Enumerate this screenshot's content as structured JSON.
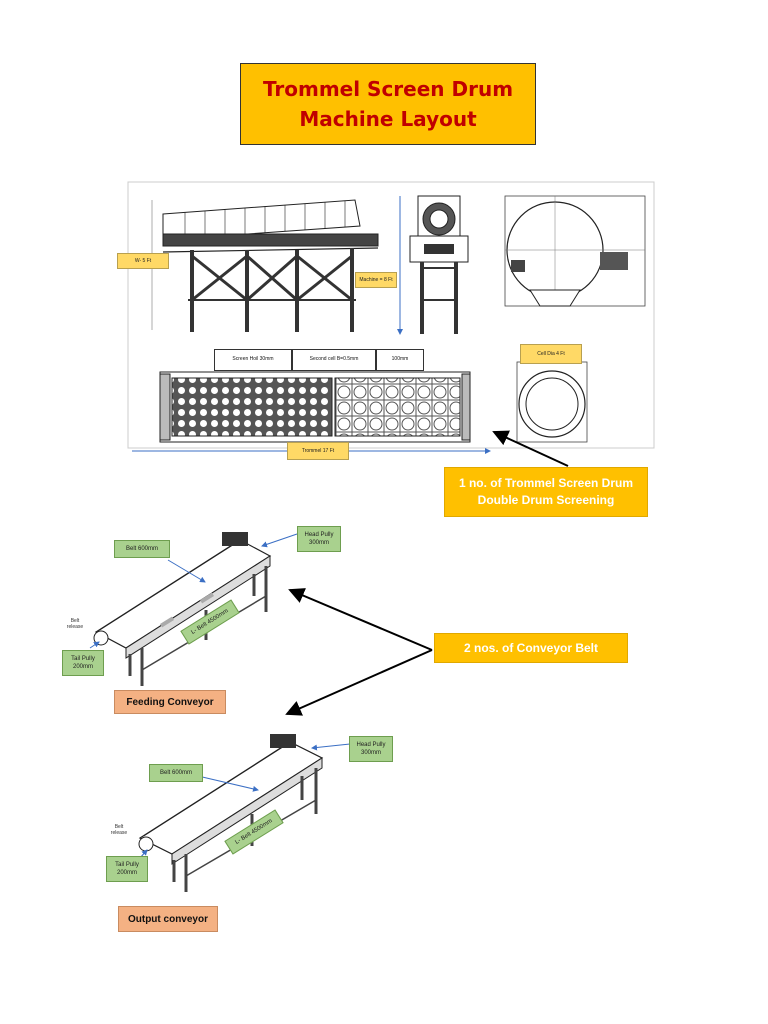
{
  "title": {
    "line1": "Trommel Screen Drum",
    "line2": "Machine Layout"
  },
  "trommel": {
    "width_label": "W- 5 Ft",
    "machine_label": "Machine = 8 Ft",
    "screen_hole": "Screen Hoil 30mm",
    "second_cell": "Second cell B=0.5mm",
    "size_100": "100mm",
    "cell_dia": "Cell Dia 4 Ft",
    "length_label": "Trommel 17 Ft",
    "callout_line1": "1 no. of Trommel Screen Drum",
    "callout_line2": "Double Drum Screening"
  },
  "conveyors": {
    "callout": "2 nos. of Conveyor Belt",
    "feeding": {
      "name": "Feeding Conveyor",
      "belt": "Belt 600mm",
      "head_pully": "Head Pully 300mm",
      "tail_pully": "Tail Pully 200mm",
      "belt_release": "Belt release",
      "length": "L- Belt 4500mm"
    },
    "output": {
      "name": "Output conveyor",
      "belt": "Belt 600mm",
      "head_pully": "Head Pully 300mm",
      "tail_pully": "Tail Pully 200mm",
      "belt_release": "Belt release",
      "length": "L- Belt 4500mm"
    }
  },
  "colors": {
    "title_bg": "#ffc000",
    "title_text": "#c00000",
    "callout_bg": "#ffc000",
    "label_green": "#a9d18e",
    "label_salmon": "#f4b183",
    "dimension_blue": "#3b6fc4"
  }
}
